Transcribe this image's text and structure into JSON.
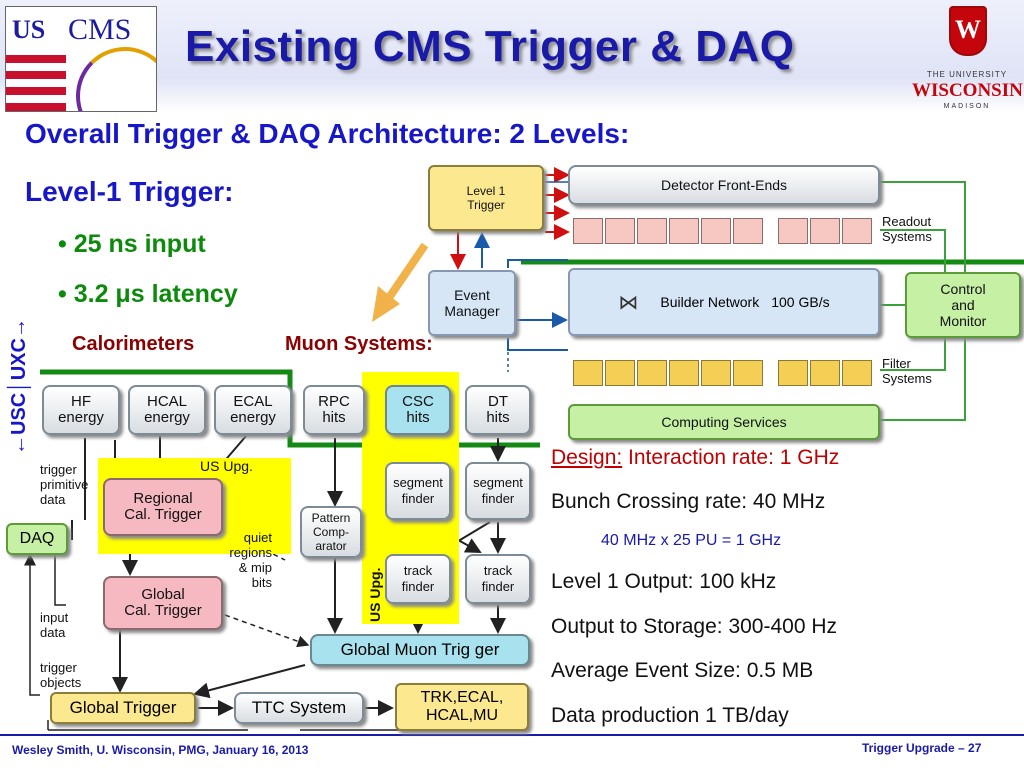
{
  "header": {
    "title": "Existing CMS Trigger & DAQ",
    "logo_left": {
      "us": "US",
      "cms": "CMS"
    },
    "logo_right": {
      "crest": "W",
      "university": "THE UNIVERSITY",
      "name": "WISCONSIN",
      "campus": "MADISON"
    }
  },
  "left_text": {
    "heading": "Overall Trigger & DAQ Architecture: 2 Levels:",
    "level1": "Level-1 Trigger:",
    "bullets": [
      "25 ns input",
      "3.2 μs latency"
    ],
    "bullet_glyph": "•",
    "usc_uxc": "←USC│UXC→"
  },
  "daq_diagram": {
    "level1_trigger": "Level 1\nTrigger",
    "front_ends": "Detector Front-Ends",
    "readout": "Readout\nSystems",
    "event_manager": "Event\nManager",
    "builder": "Builder Network",
    "builder_rate": "100 GB/s",
    "builder_icon": "⋈",
    "control": "Control\nand\nMonitor",
    "filter": "Filter\nSystems",
    "computing": "Computing Services"
  },
  "trigger_diagram": {
    "calorimeters": "Calorimeters",
    "muon_systems": "Muon Systems:",
    "hf": "HF\nenergy",
    "hcal": "HCAL\nenergy",
    "ecal": "ECAL\nenergy",
    "rpc": "RPC\nhits",
    "csc": "CSC\nhits",
    "dt": "DT\nhits",
    "us_upg": "US  Upg.",
    "us_upg_vertical": "US  Upg.",
    "trigger_primitive": "trigger\nprimitive\ndata",
    "daq": "DAQ",
    "regional": "Regional\nCal. Trigger",
    "quiet": "quiet\nregions\n& mip\nbits",
    "global_cal": "Global\nCal. Trigger",
    "pattern": "Pattern\nComp-\narator",
    "seg1": "segment\nfinder",
    "seg2": "segment\nfinder",
    "track1": "track\nfinder",
    "track2": "track\nfinder",
    "input_data": "input\ndata",
    "global_muon": "Global Muon  Trig ger",
    "trigger_objects": "trigger\nobjects",
    "global_trigger": "Global Trigger",
    "ttc": "TTC System",
    "trk": "TRK,ECAL,\nHCAL,MU"
  },
  "design": {
    "design_label": "Design:",
    "interaction": " Interaction rate: 1 GHz",
    "items": [
      "Bunch Crossing rate: 40 MHz",
      "Level 1 Output: 100 kHz",
      "Output to Storage: 300-400 Hz",
      "Average Event Size: 0.5 MB",
      "Data production 1 TB/day"
    ],
    "pu_note": "40 MHz x 25 PU = 1 GHz"
  },
  "footer": {
    "left": "Wesley Smith, U. Wisconsin, PMG, January 16, 2013",
    "right": "Trigger Upgrade  – 27"
  },
  "colors": {
    "title": "#1a1aa8",
    "heading_blue": "#1717c9",
    "bullet_green": "#0c8a0c",
    "dark_red": "#8b0000",
    "highlight_yellow": "#ffff00"
  }
}
